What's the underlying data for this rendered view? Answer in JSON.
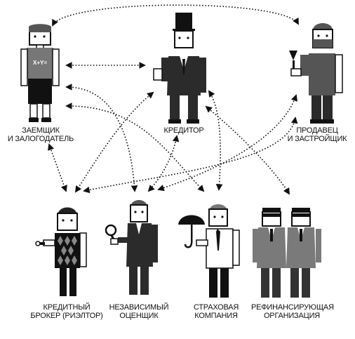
{
  "colors": {
    "ink": "#111111",
    "dark_suit": "#2b2b2b",
    "grey_suit": "#7a7a7a",
    "skin": "#ffffff",
    "shirt": "#ffffff"
  },
  "nodes": {
    "borrower": {
      "line1": "ЗАЕМЩИК",
      "line2": "И ЗАЛОГОДАТЕЛЬ"
    },
    "lender": {
      "line1": "КРЕДИТОР",
      "line2": ""
    },
    "seller": {
      "line1": "ПРОДАВЕЦ",
      "line2": "И ЗАСТРОЙЩИК"
    },
    "broker": {
      "line1": "КРЕДИТНЫЙ",
      "line2": "БРОКЕР (РИЭЛТОР)"
    },
    "appraiser": {
      "line1": "НЕЗАВИСИМЫЙ",
      "line2": "ОЦЕНЩИК"
    },
    "insurer": {
      "line1": "СТРАХОВАЯ",
      "line2": "КОМПАНИЯ"
    },
    "refinancer": {
      "line1": "РЕФИНАНСИРУЮЩАЯ",
      "line2": "ОРГАНИЗАЦИЯ"
    }
  },
  "figures": {
    "borrower_shirt_text": "X+Y="
  },
  "icons": {
    "borrower": "person-tshirt-icon",
    "lender": "person-top-hat-icon",
    "seller": "person-trowel-icon",
    "broker": "person-keys-icon",
    "appraiser": "person-magnifier-icon",
    "insurer": "person-umbrella-icon",
    "refinancer": "two-persons-icon"
  }
}
